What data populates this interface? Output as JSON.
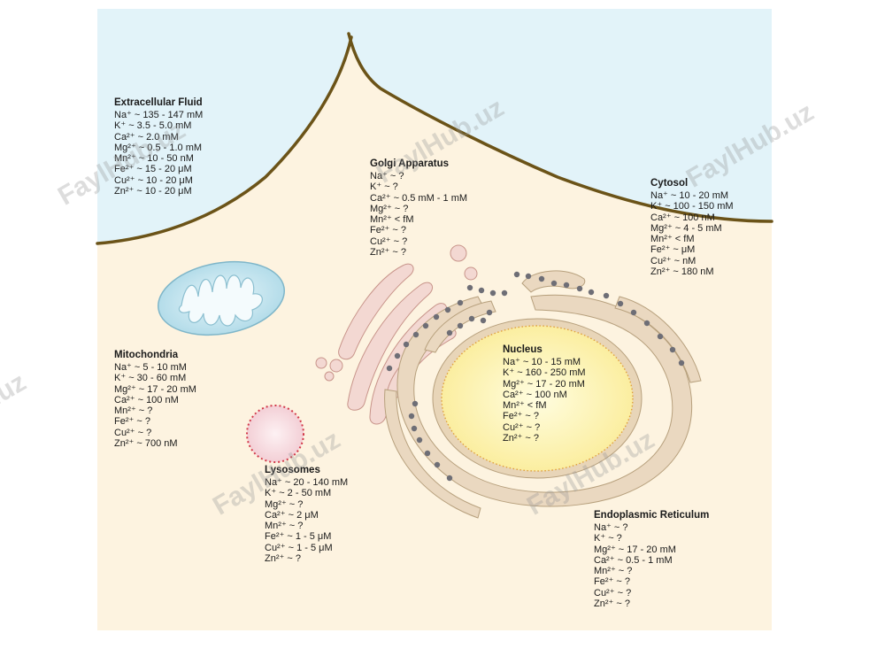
{
  "compartments": [
    {
      "key": "extracellular",
      "title": "Extracellular Fluid",
      "rows": [
        "Na⁺ ~ 135 - 147 mM",
        "K⁺ ~ 3.5 - 5.0 mM",
        "Ca²⁺ ~ 2.0 mM",
        "Mg²⁺ ~ 0.5 - 1.0 mM",
        "Mn²⁺ ~ 10 - 50 nM",
        "Fe²⁺ ~ 15 - 20 μM",
        "Cu²⁺ ~ 10 - 20 μM",
        "Zn²⁺ ~ 10 - 20 μM"
      ]
    },
    {
      "key": "golgi",
      "title": "Golgi Apparatus",
      "rows": [
        "Na⁺ ~ ?",
        "K⁺ ~ ?",
        "Ca²⁺ ~ 0.5 mM - 1 mM",
        "Mg²⁺ ~ ?",
        "Mn²⁺ < fM",
        "Fe²⁺ ~ ?",
        "Cu²⁺ ~ ?",
        "Zn²⁺ ~ ?"
      ]
    },
    {
      "key": "cytosol",
      "title": "Cytosol",
      "rows": [
        "Na⁺ ~ 10 - 20 mM",
        "K⁺ ~ 100 - 150 mM",
        "Ca²⁺ ~ 100 nM",
        "Mg²⁺ ~ 4 - 5 mM",
        "Mn²⁺ < fM",
        "Fe²⁺ ~ μM",
        "Cu²⁺ ~ nM",
        "Zn²⁺ ~ 180 nM"
      ]
    },
    {
      "key": "mitochondria",
      "title": "Mitochondria",
      "rows": [
        "Na⁺ ~ 5 - 10 mM",
        "K⁺ ~ 30 - 60 mM",
        "Mg²⁺ ~ 17 - 20 mM",
        "Ca²⁺ ~ 100 nM",
        "Mn²⁺ ~ ?",
        "Fe²⁺ ~ ?",
        "Cu²⁺ ~ ?",
        "Zn²⁺ ~ 700 nM"
      ]
    },
    {
      "key": "nucleus",
      "title": "Nucleus",
      "rows": [
        "Na⁺ ~ 10 - 15 mM",
        "K⁺ ~ 160 - 250 mM",
        "Mg²⁺ ~ 17 - 20 mM",
        "Ca²⁺ ~ 100 nM",
        "Mn²⁺ < fM",
        "Fe²⁺ ~ ?",
        "Cu²⁺ ~ ?",
        "Zn²⁺ ~ ?"
      ]
    },
    {
      "key": "lysosomes",
      "title": "Lysosomes",
      "rows": [
        "Na⁺ ~ 20 - 140 mM",
        "K⁺ ~ 2 - 50 mM",
        "Mg²⁺ ~ ?",
        "Ca²⁺ ~ 2 μM",
        "Mn²⁺ ~ ?",
        "Fe²⁺ ~ 1 - 5 μM",
        "Cu²⁺ ~ 1 - 5 μM",
        "Zn²⁺ ~ ?"
      ]
    },
    {
      "key": "er",
      "title": "Endoplasmic Reticulum",
      "rows": [
        "Na⁺ ~ ?",
        "K⁺ ~ ?",
        "Mg²⁺ ~ 17 - 20 mM",
        "Ca²⁺ ~ 0.5 - 1 mM",
        "Mn²⁺ ~ ?",
        "Fe²⁺ ~ ?",
        "Cu²⁺ ~ ?",
        "Zn²⁺ ~ ?"
      ]
    }
  ],
  "watermark": "FaylHub.uz",
  "colors": {
    "cytoplasm": "#fdf3e0",
    "extracellular": "#e0f2f8",
    "membrane": "#6b5318",
    "nucleus_fill": "#fef5b8",
    "er_fill": "#ead8c0",
    "golgi_fill": "#f3d8d2",
    "mitochondria_fill": "#bfe2ec",
    "lysosome_fill": "#f7dde2",
    "ribosome": "#6e6e76"
  }
}
